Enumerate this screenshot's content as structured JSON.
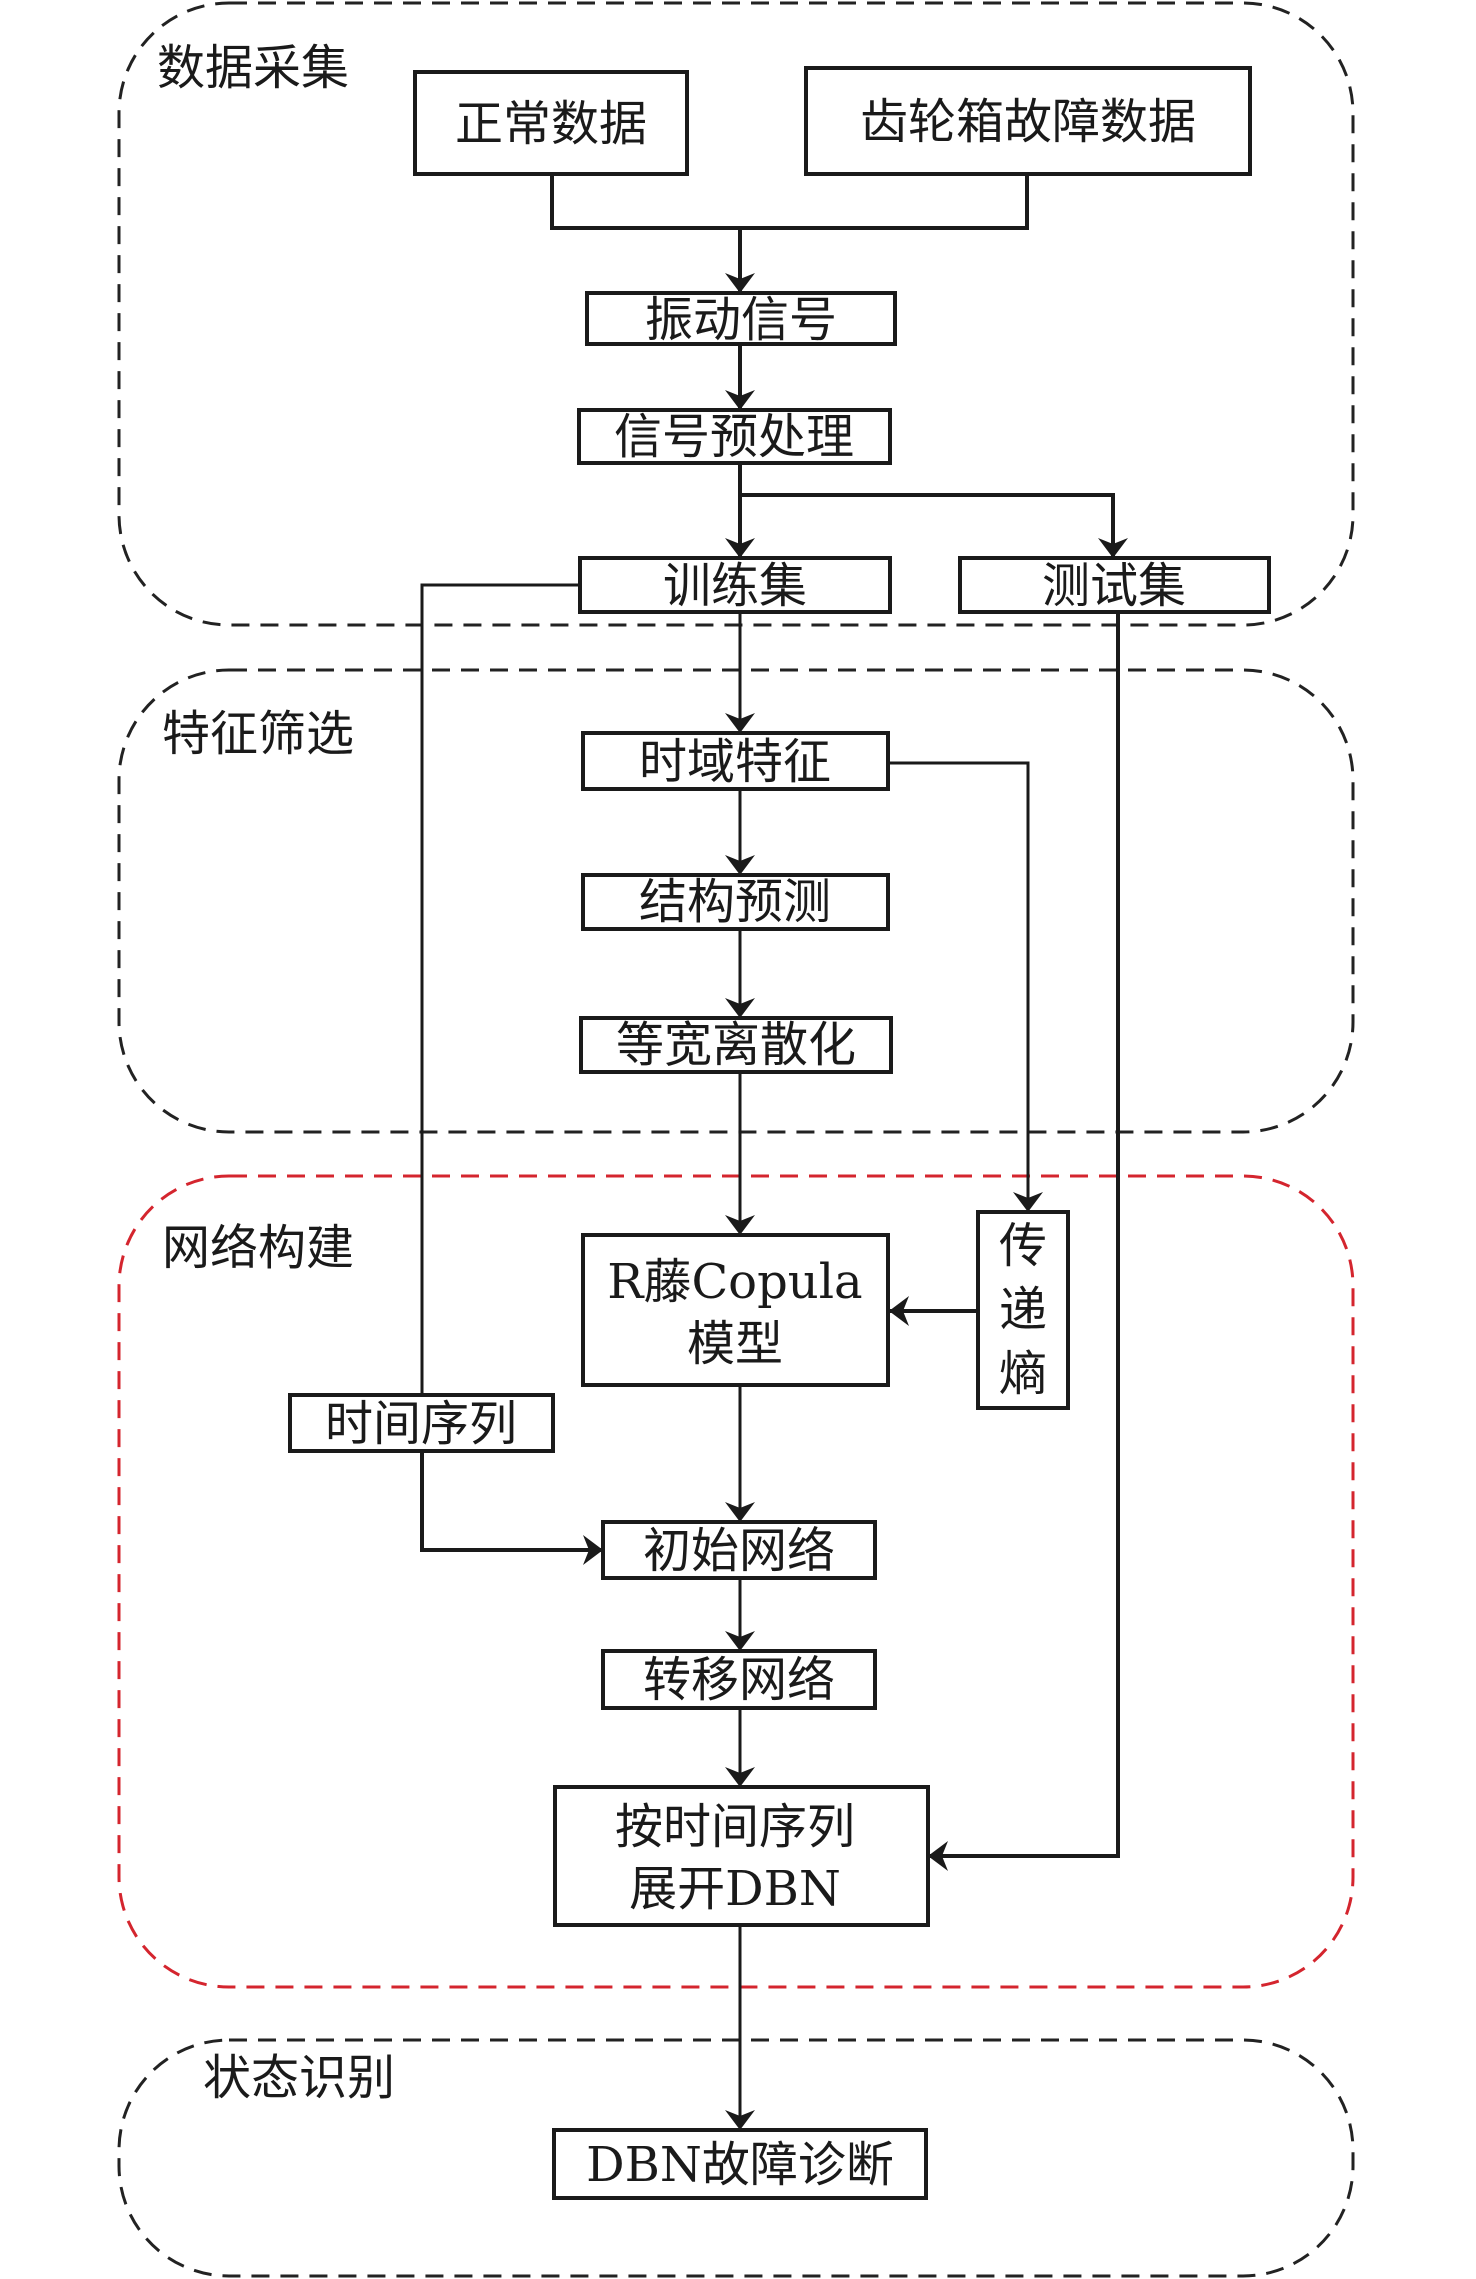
{
  "sections": {
    "data_collection": "数据采集",
    "feature_selection": "特征筛选",
    "network_construction": "网络构建",
    "state_recognition": "状态识别"
  },
  "nodes": {
    "normal_data": "正常数据",
    "gearbox_fault_data": "齿轮箱故障数据",
    "vibration_signal": "振动信号",
    "signal_preprocessing": "信号预处理",
    "training_set": "训练集",
    "test_set": "测试集",
    "time_domain_features": "时域特征",
    "structure_prediction": "结构预测",
    "equal_width_discretization": "等宽离散化",
    "r_vine_copula_line1": "R藤Copula",
    "r_vine_copula_line2": "模型",
    "transfer_entropy_chars": [
      "传",
      "递",
      "熵"
    ],
    "time_series": "时间序列",
    "initial_network": "初始网络",
    "transition_network": "转移网络",
    "unroll_dbn_line1": "按时间序列",
    "unroll_dbn_line2": "展开DBN",
    "dbn_fault_diagnosis": "DBN故障诊断"
  },
  "colors": {
    "section_default": "#222222",
    "section_highlight": "#d4252e"
  }
}
